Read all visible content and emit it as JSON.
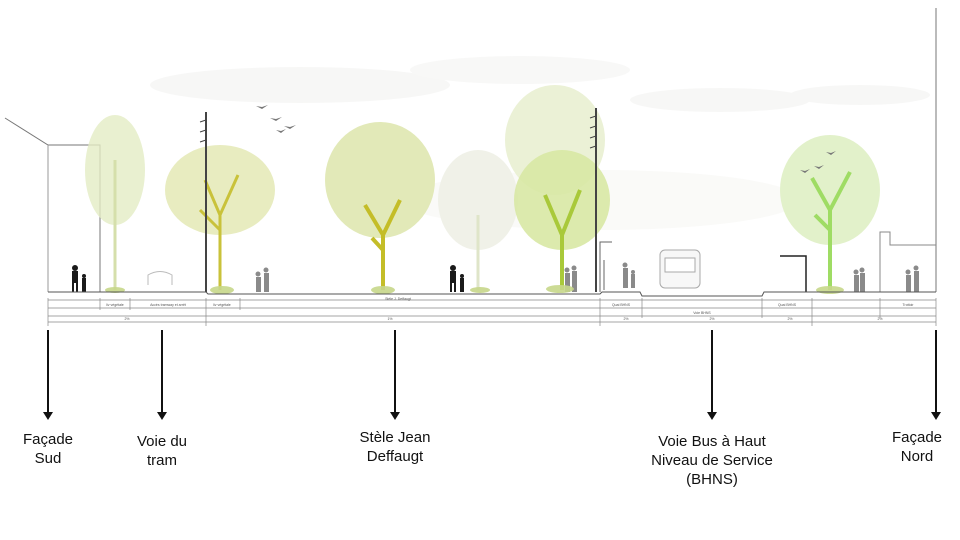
{
  "section": {
    "labels": [
      {
        "lines": [
          "Façade",
          "Sud"
        ]
      },
      {
        "lines": [
          "Voie du",
          "tram"
        ]
      },
      {
        "lines": [
          "Stèle Jean",
          "Deffaugt"
        ]
      },
      {
        "lines": [
          "Voie Bus à Haut",
          "Niveau de Service",
          "(BHNS)"
        ]
      },
      {
        "lines": [
          "Façade",
          "Nord"
        ]
      }
    ],
    "tiny_labels": {
      "veg1": "liv végétale",
      "tram": "Accès tramway et arrêt",
      "veg2": "liv végétale",
      "stele": "Stèle J. Deffaugt",
      "quai1": "Quai BHNS",
      "bhns": "Voie BHNS",
      "quai2": "Quai BHNS",
      "trottoir": "Trottoir",
      "slope1": "2%",
      "slope2": "1%",
      "slope3": "2%",
      "slope4": "2%",
      "slope5": "2%",
      "slope6": "2%"
    },
    "colors": {
      "tree_light": "#e3ecc4",
      "tree_mid": "#d4e39a",
      "tree_yellow": "#c9d26a",
      "tree_green": "#b8e58a",
      "trunk_yellow": "#c4bd28",
      "trunk_green": "#8fd14f",
      "ground": "#555555",
      "people": "#1a1a1a",
      "people_grey": "#8a8a8a"
    }
  }
}
